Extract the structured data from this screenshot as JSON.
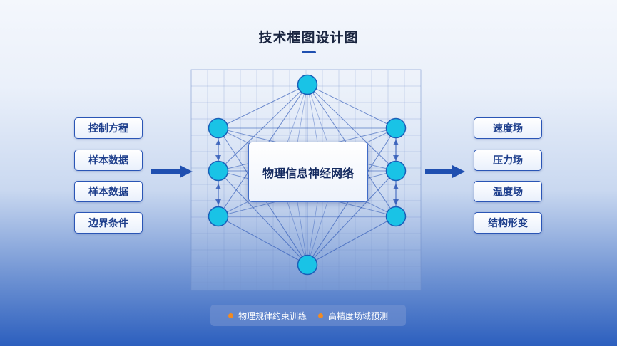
{
  "title": "技术框图设计图",
  "inputs": [
    "控制方程",
    "样本数据",
    "样本数据",
    "边界条件"
  ],
  "outputs": [
    "速度场",
    "压力场",
    "温度场",
    "结构形变"
  ],
  "center_label": "物理信息神经网络",
  "legend": [
    {
      "label": "物理规律约束训练",
      "color": "#f08a24"
    },
    {
      "label": "高精度场域预测",
      "color": "#f08a24"
    }
  ],
  "colors": {
    "accent": "#1f4fb0",
    "node_fill": "#19c3e6",
    "edge": "#2a55b5"
  }
}
